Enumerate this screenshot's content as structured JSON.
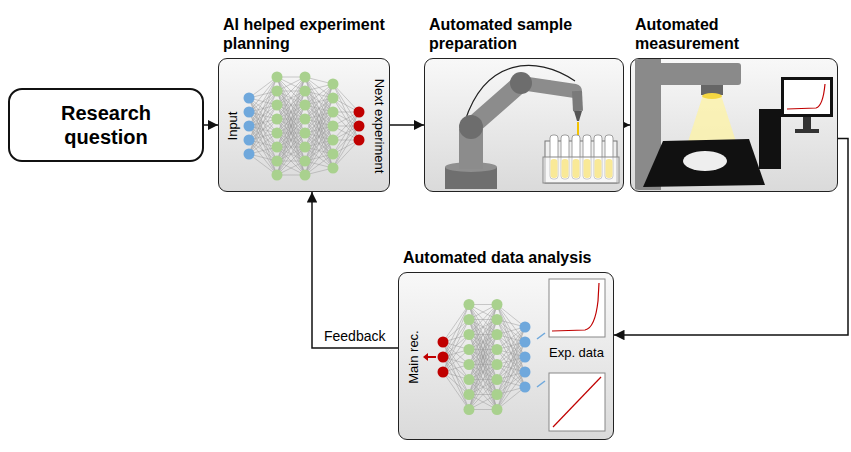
{
  "diagram": {
    "nodes": [
      {
        "text": [
          "Research question"
        ]
      },
      {
        "text": [
          "AI helped experiment planning",
          "Input",
          "Next experiment"
        ]
      },
      {
        "text": [
          "Automated sample preparation"
        ]
      },
      {
        "text": [
          "Automated measurement"
        ]
      },
      {
        "text": [
          "Automated data analysis",
          "Main rec.",
          "Exp. data"
        ]
      }
    ],
    "edges": [
      {
        "from": 0,
        "to": 1,
        "arrow": "to"
      },
      {
        "from": 1,
        "to": 2,
        "arrow": "to"
      },
      {
        "from": 2,
        "to": 3,
        "arrow": "to"
      },
      {
        "from": 3,
        "to": 4,
        "arrow": "to"
      },
      {
        "from": 4,
        "to": 1,
        "label": "Feedback",
        "arrow": "to"
      }
    ]
  }
}
